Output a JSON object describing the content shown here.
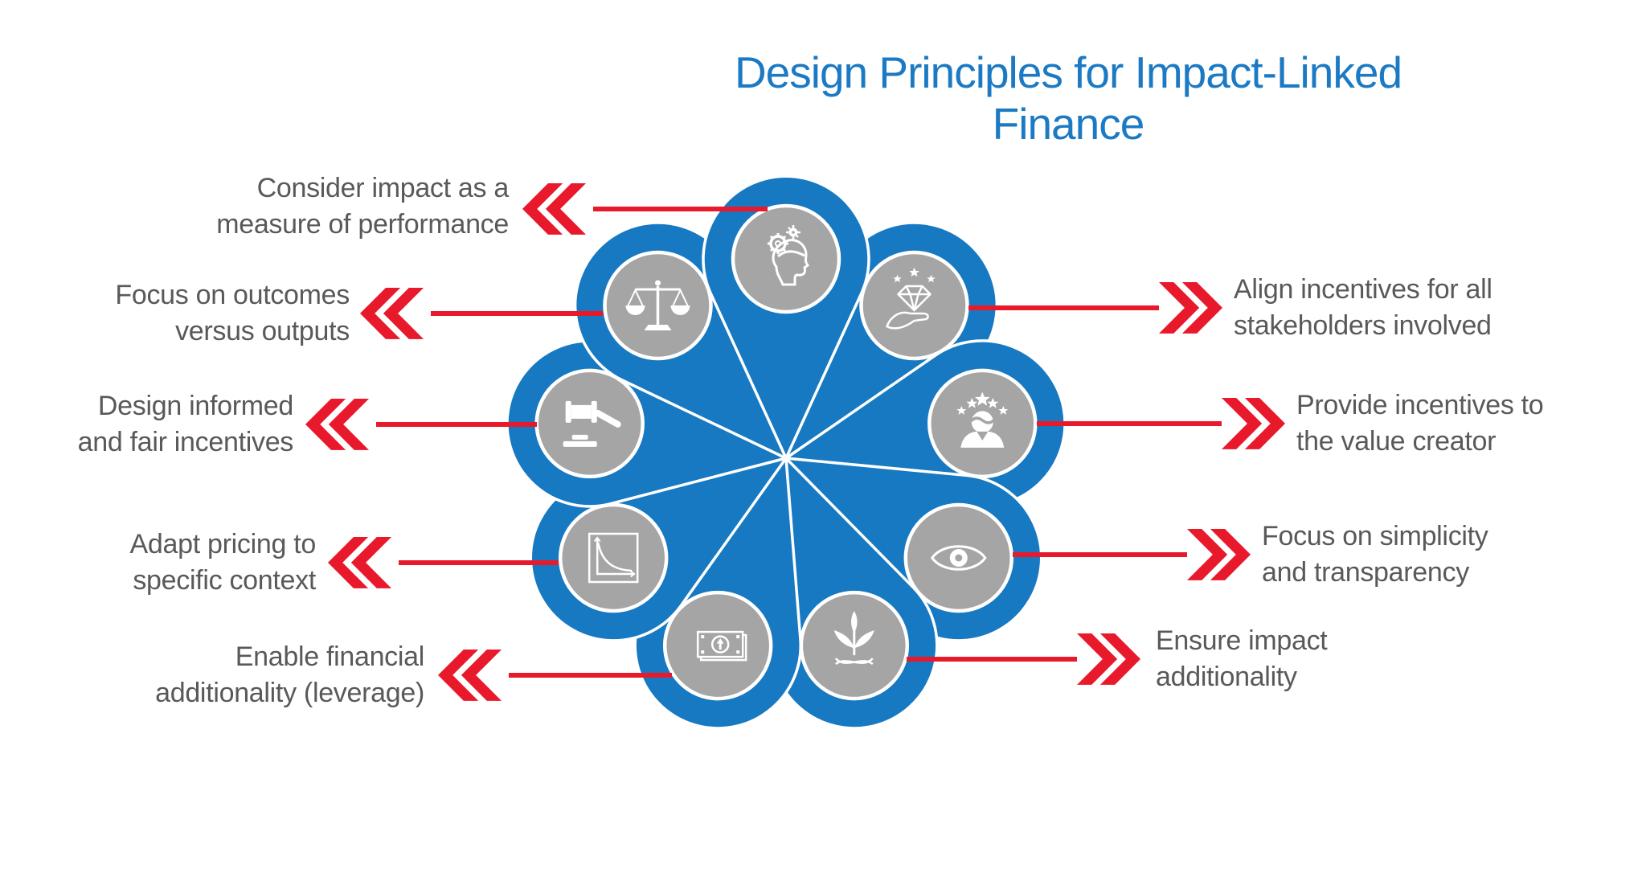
{
  "title": "Design Principles for Impact-Linked Finance",
  "colors": {
    "petal_blue": "#1779c1",
    "circle_gray": "#a5a5a5",
    "accent_red": "#e9192c",
    "title_blue": "#1b7ac3",
    "label_gray": "#58595b"
  },
  "principles": [
    {
      "id": "consider-impact",
      "icon": "head-gears-icon",
      "side": "left",
      "lines": [
        "Consider impact as a",
        "measure of performance"
      ]
    },
    {
      "id": "align-incentives",
      "icon": "hand-diamond-icon",
      "side": "right",
      "lines": [
        "Align incentives for all",
        "stakeholders involved"
      ]
    },
    {
      "id": "provide-incentives",
      "icon": "person-stars-icon",
      "side": "right",
      "lines": [
        "Provide incentives to",
        "the value creator"
      ]
    },
    {
      "id": "focus-simplicity",
      "icon": "eye-icon",
      "side": "right",
      "lines": [
        "Focus on simplicity",
        "and transparency"
      ]
    },
    {
      "id": "ensure-impact",
      "icon": "plant-icon",
      "side": "right",
      "lines": [
        "Ensure impact",
        "additionality"
      ]
    },
    {
      "id": "enable-financial",
      "icon": "money-up-icon",
      "side": "left",
      "lines": [
        "Enable financial",
        "additionality (leverage)"
      ]
    },
    {
      "id": "adapt-pricing",
      "icon": "chart-decline-icon",
      "side": "left",
      "lines": [
        "Adapt pricing to",
        "specific context"
      ]
    },
    {
      "id": "design-informed",
      "icon": "gavel-icon",
      "side": "left",
      "lines": [
        "Design informed",
        "and fair incentives"
      ]
    },
    {
      "id": "focus-outcomes",
      "icon": "scales-icon",
      "side": "left",
      "lines": [
        "Focus on outcomes",
        "versus outputs"
      ]
    }
  ]
}
